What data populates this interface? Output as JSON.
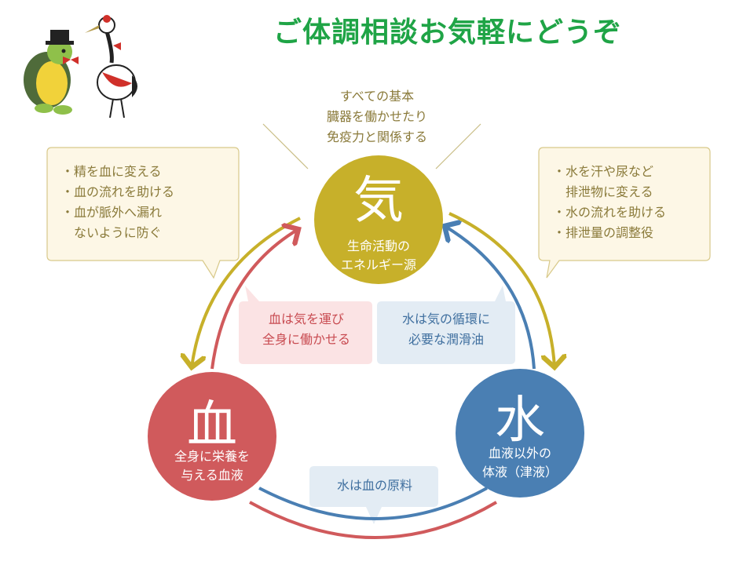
{
  "title": "ご体調相談お気軽にどうぞ",
  "top_note": {
    "lines": [
      "すべての基本",
      "臓器を働かせたり",
      "免疫力と関係する"
    ]
  },
  "ki": {
    "char": "気",
    "label_lines": [
      "生命活動の",
      "エネルギー源"
    ]
  },
  "ketsu": {
    "char": "血",
    "label_lines": [
      "全身に栄養を",
      "与える血液"
    ]
  },
  "sui": {
    "char": "水",
    "label_lines": [
      "血液以外の",
      "体液（津液）"
    ]
  },
  "left_note": {
    "lines": [
      "・精を血に変える",
      "・血の流れを助ける",
      "・血が脈外へ漏れ",
      "　ないように防ぐ"
    ]
  },
  "right_note": {
    "lines": [
      "・水を汗や尿など",
      "　排泄物に変える",
      "・水の流れを助ける",
      "・排泄量の調整役"
    ]
  },
  "center_left_note": {
    "lines": [
      "血は気を運び",
      "全身に働かせる"
    ]
  },
  "center_right_note": {
    "lines": [
      "水は気の循環に",
      "必要な潤滑油"
    ]
  },
  "bottom_note": {
    "text": "水は血の原料"
  },
  "colors": {
    "title": "#1fa446",
    "ki": "#c7b02a",
    "ketsu": "#d05a5c",
    "sui": "#4a7fb3",
    "note_box_fill": "#fdf7e6",
    "note_box_stroke": "#d8c98a",
    "pink_box": "#fbe3e4",
    "blue_box": "#e3ecf4"
  },
  "icons": [
    "turtle-mascot-icon",
    "crane-mascot-icon"
  ]
}
